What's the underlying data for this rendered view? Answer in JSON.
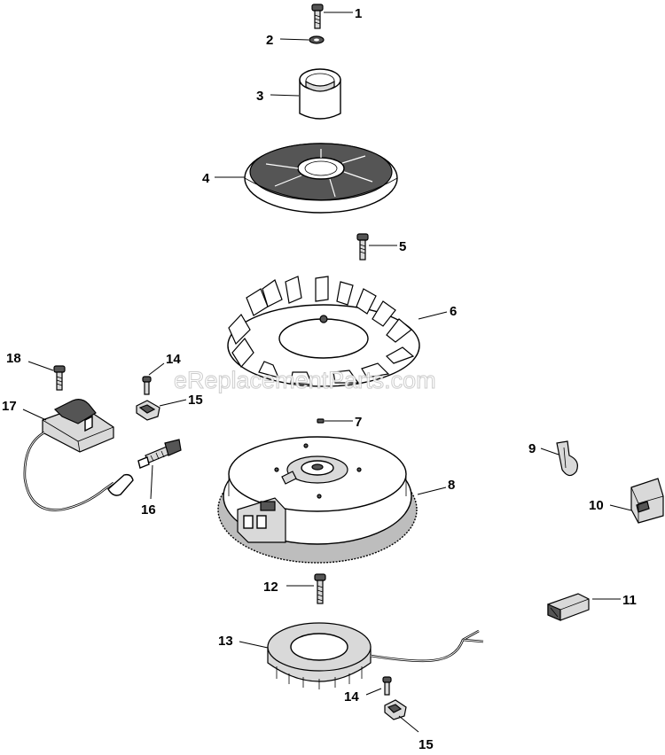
{
  "watermark": "eReplacementParts.com",
  "labels": {
    "p1": "1",
    "p2": "2",
    "p3": "3",
    "p4": "4",
    "p5": "5",
    "p6": "6",
    "p7": "7",
    "p8": "8",
    "p9": "9",
    "p10": "10",
    "p11": "11",
    "p12": "12",
    "p13": "13",
    "p14a": "14",
    "p14b": "14",
    "p15a": "15",
    "p15b": "15",
    "p16": "16",
    "p17": "17",
    "p18": "18"
  }
}
